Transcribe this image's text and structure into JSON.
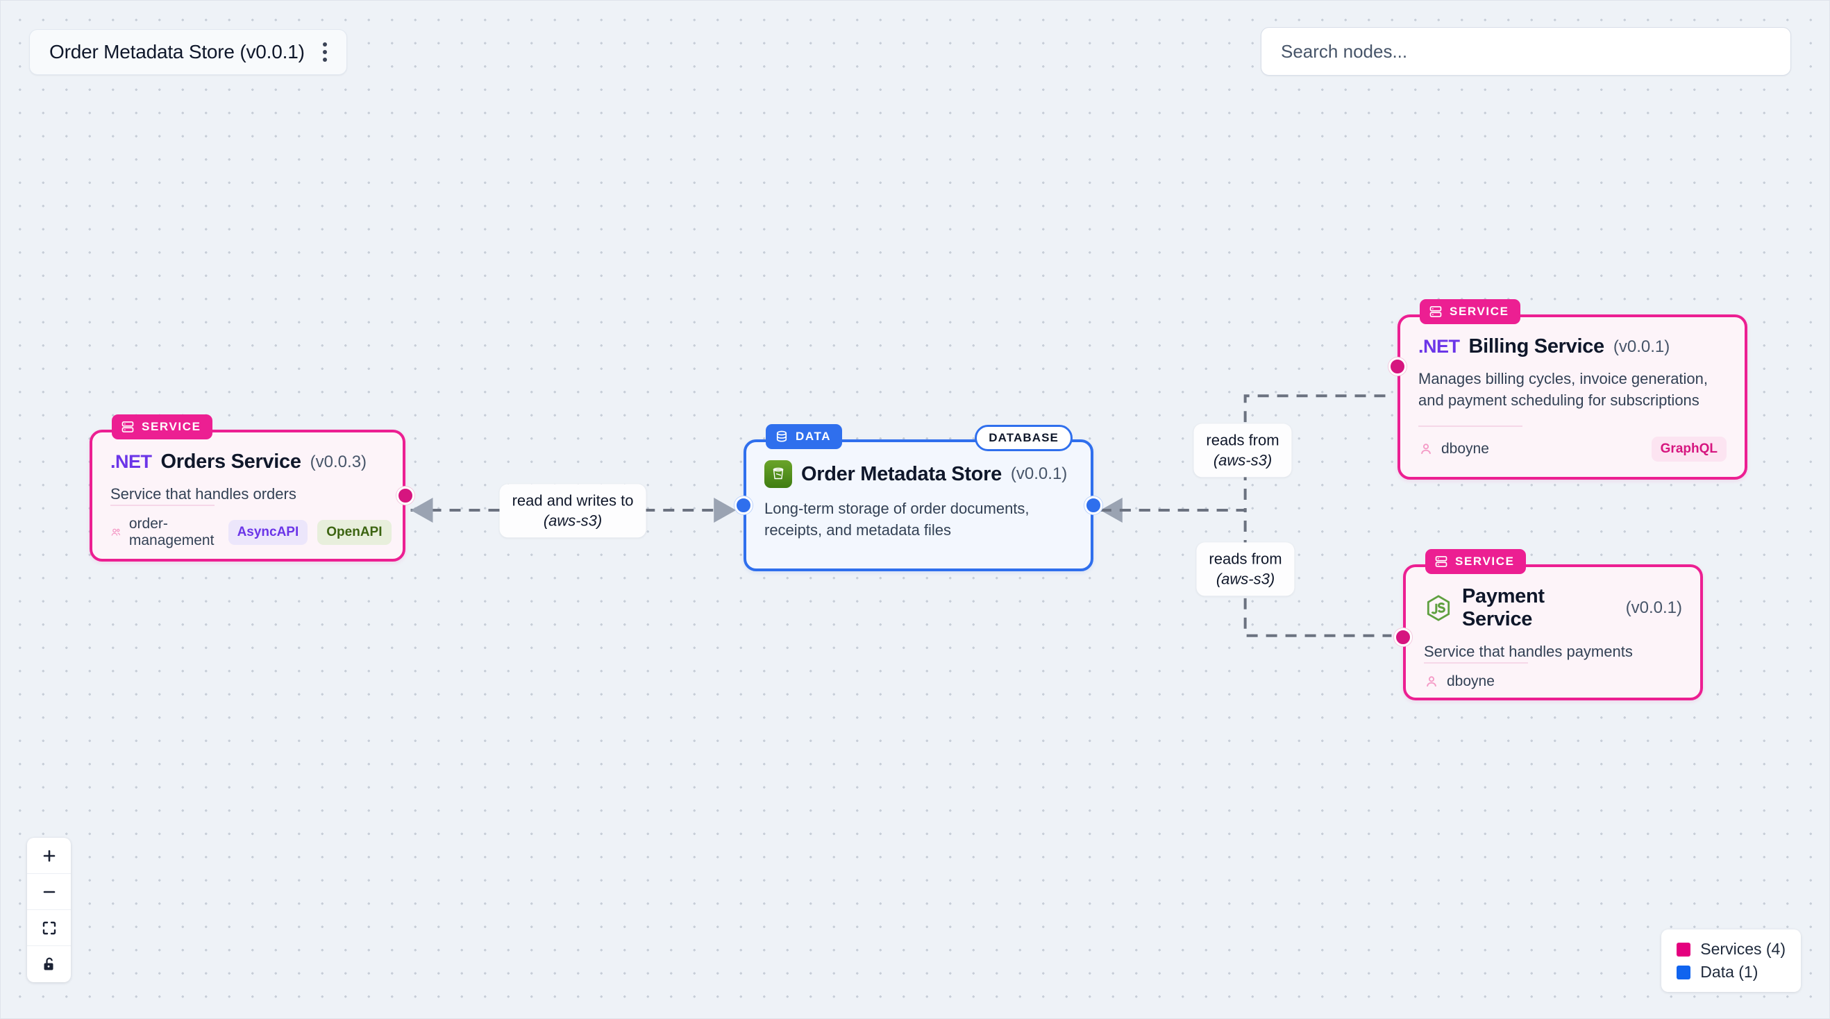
{
  "header": {
    "title": "Order Metadata Store (v0.0.1)",
    "menu_icon": "kebab-menu-icon"
  },
  "search": {
    "placeholder": "Search nodes...",
    "value": ""
  },
  "nodes": [
    {
      "id": "orders-service",
      "kind": "service",
      "type_badge": "SERVICE",
      "runtime": ".NET",
      "title": "Orders Service",
      "version": "(v0.0.3)",
      "description": "Service that handles orders",
      "owner": "order-management",
      "owner_icon": "users-icon",
      "pills": [
        {
          "label": "AsyncAPI",
          "style": "async"
        },
        {
          "label": "OpenAPI",
          "style": "open"
        }
      ]
    },
    {
      "id": "order-metadata-store",
      "kind": "data",
      "type_badge": "DATA",
      "corner_pill": "DATABASE",
      "icon": "aws-s3-bucket-icon",
      "title": "Order Metadata Store",
      "version": "(v0.0.1)",
      "description": "Long-term storage of order documents, receipts, and metadata files"
    },
    {
      "id": "billing-service",
      "kind": "service",
      "type_badge": "SERVICE",
      "runtime": ".NET",
      "title": "Billing Service",
      "version": "(v0.0.1)",
      "description": "Manages billing cycles, invoice generation, and payment scheduling for subscriptions",
      "owner": "dboyne",
      "owner_icon": "user-icon",
      "pills": [
        {
          "label": "GraphQL",
          "style": "graphql"
        }
      ]
    },
    {
      "id": "payment-service",
      "kind": "service",
      "type_badge": "SERVICE",
      "icon": "nodejs-js-icon",
      "title": "Payment Service",
      "version": "(v0.0.1)",
      "description": "Service that handles payments",
      "owner": "dboyne",
      "owner_icon": "user-icon",
      "pills": []
    }
  ],
  "edges": [
    {
      "id": "orders-to-store",
      "line1": "read and writes to",
      "line2": "(aws-s3)"
    },
    {
      "id": "store-to-billing",
      "line1": "reads from",
      "line2": "(aws-s3)"
    },
    {
      "id": "store-to-payment",
      "line1": "reads from",
      "line2": "(aws-s3)"
    }
  ],
  "controls": [
    {
      "name": "zoom-in",
      "icon": "plus-icon"
    },
    {
      "name": "zoom-out",
      "icon": "minus-icon"
    },
    {
      "name": "fit-view",
      "icon": "fit-screen-icon"
    },
    {
      "name": "toggle-interactivity",
      "icon": "unlock-icon"
    }
  ],
  "legend": [
    {
      "label": "Services (4)",
      "color": "#e4007e"
    },
    {
      "label": "Data (1)",
      "color": "#1064ef"
    }
  ],
  "colors": {
    "service": "#ec1f92",
    "data": "#2f6fed",
    "dotnet": "#6b35e8",
    "canvas": "#eef2f7"
  }
}
